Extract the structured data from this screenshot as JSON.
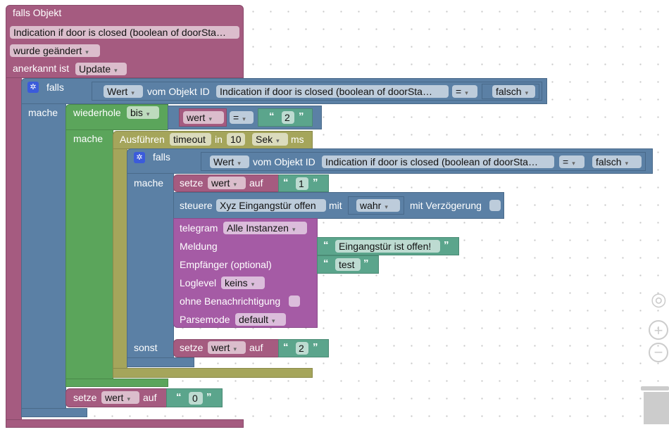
{
  "event": {
    "title": "falls Objekt",
    "object": "Indication if door is closed (boolean of doorSta…",
    "change": "wurde geändert",
    "ack_label": "anerkannt ist",
    "ack": "Update"
  },
  "if1": {
    "label": "falls",
    "do": "mache",
    "wert": "Wert",
    "from": "vom Objekt ID",
    "object": "Indication if door is closed (boolean of doorSta…",
    "op": "=",
    "value": "falsch"
  },
  "loop": {
    "label": "wiederhole",
    "mode": "bis",
    "do": "mache",
    "var": "wert",
    "op": "=",
    "value": "2"
  },
  "timeout": {
    "label": "Ausführen",
    "name": "timeout",
    "in": "in",
    "value": "10",
    "unit": "Sek",
    "ms": "ms"
  },
  "if2": {
    "label": "falls",
    "do": "mache",
    "else": "sonst",
    "wert": "Wert",
    "from": "vom Objekt ID",
    "object": "Indication if door is closed (boolean of doorSta…",
    "op": "=",
    "value": "falsch"
  },
  "set1": {
    "label": "setze",
    "var": "wert",
    "to": "auf",
    "value": "1"
  },
  "control": {
    "label": "steuere",
    "object": "Xyz Eingangstür offen",
    "with": "mit",
    "value": "wahr",
    "delay": "mit Verzögerung"
  },
  "telegram": {
    "label": "telegram",
    "instance": "Alle Instanzen",
    "message_label": "Meldung",
    "message": "Eingangstür ist offen!",
    "recipient_label": "Empfänger (optional)",
    "recipient": "test",
    "loglevel_label": "Loglevel",
    "loglevel": "keins",
    "silent_label": "ohne Benachrichtigung",
    "parse_label": "Parsemode",
    "parse": "default"
  },
  "set2": {
    "label": "setze",
    "var": "wert",
    "to": "auf",
    "value": "2"
  },
  "set0": {
    "label": "setze",
    "var": "wert",
    "to": "auf",
    "value": "0"
  },
  "quote_open": "“",
  "quote_close": "”",
  "arrow": "▾"
}
